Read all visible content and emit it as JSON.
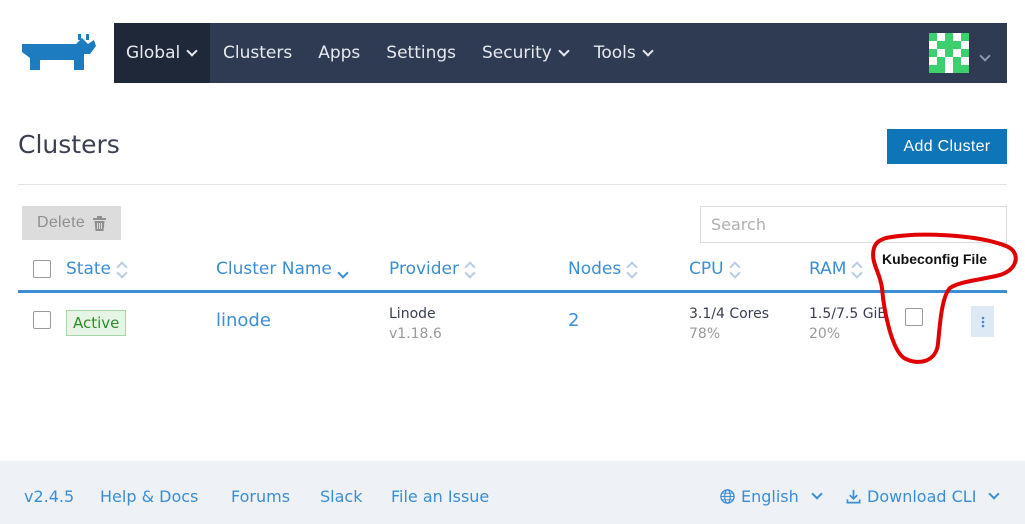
{
  "nav": {
    "items": [
      {
        "label": "Global",
        "dropdown": true
      },
      {
        "label": "Clusters",
        "dropdown": false
      },
      {
        "label": "Apps",
        "dropdown": false
      },
      {
        "label": "Settings",
        "dropdown": false
      },
      {
        "label": "Security",
        "dropdown": true
      },
      {
        "label": "Tools",
        "dropdown": true
      }
    ]
  },
  "page": {
    "title": "Clusters",
    "add_button": "Add Cluster"
  },
  "toolbar": {
    "delete_label": "Delete",
    "search_placeholder": "Search"
  },
  "table": {
    "columns": [
      "State",
      "Cluster Name",
      "Provider",
      "Nodes",
      "CPU",
      "RAM"
    ],
    "rows": [
      {
        "state": "Active",
        "name": "linode",
        "provider": "Linode",
        "provider_version": "v1.18.6",
        "nodes": "2",
        "cpu": "3.1/4 Cores",
        "cpu_pct": "78%",
        "ram": "1.5/7.5 GiB",
        "ram_pct": "20%"
      }
    ]
  },
  "annotation": {
    "label": "Kubeconfig File",
    "color": "#e00000"
  },
  "footer": {
    "version": "v2.4.5",
    "links": [
      "Help & Docs",
      "Forums",
      "Slack",
      "File an Issue"
    ],
    "language": "English",
    "download": "Download CLI"
  },
  "colors": {
    "nav_bg": "#2e3b52",
    "primary": "#0f75b9",
    "link": "#3b8ed5",
    "active_badge": "#2e8b2e"
  }
}
